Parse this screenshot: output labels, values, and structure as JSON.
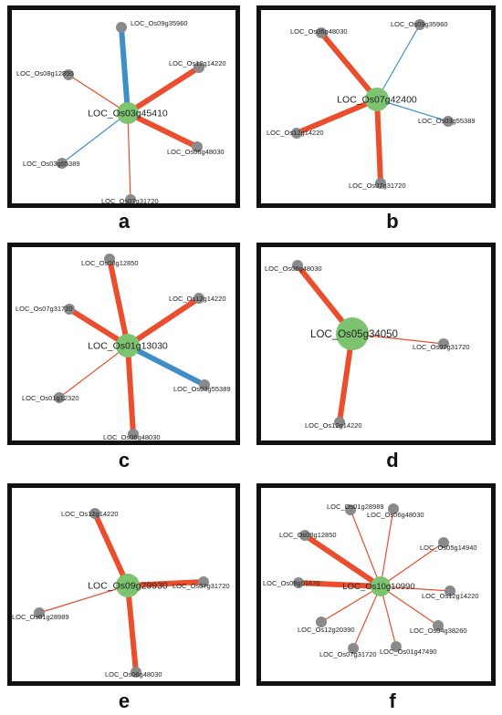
{
  "colors": {
    "positive": "#ea4e2d",
    "negative": "#3e8fc8",
    "hub": "#7cc46f",
    "node": "#8a8a8a",
    "frame": "#111111"
  },
  "panels": [
    {
      "letter": "a",
      "hub": "LOC_Os03g45410",
      "edges": [
        {
          "label": "LOC_Os09g35960",
          "sign": "negative",
          "strength": "strong"
        },
        {
          "label": "LOC_Os12g14220",
          "sign": "positive",
          "strength": "strong"
        },
        {
          "label": "LOC_Os08g12850",
          "sign": "positive",
          "strength": "weak"
        },
        {
          "label": "LOC_Os06g48030",
          "sign": "positive",
          "strength": "strong"
        },
        {
          "label": "LOC_Os03g55389",
          "sign": "negative",
          "strength": "weak"
        },
        {
          "label": "LOC_Os07g31720",
          "sign": "positive",
          "strength": "weak"
        }
      ]
    },
    {
      "letter": "b",
      "hub": "LOC_Os07g42400",
      "edges": [
        {
          "label": "LOC_Os06g48030",
          "sign": "positive",
          "strength": "strong"
        },
        {
          "label": "LOC_Os09g35960",
          "sign": "negative",
          "strength": "weak"
        },
        {
          "label": "LOC_Os12g14220",
          "sign": "positive",
          "strength": "strong"
        },
        {
          "label": "LOC_Os03g55389",
          "sign": "negative",
          "strength": "weak"
        },
        {
          "label": "LOC_Os07g31720",
          "sign": "positive",
          "strength": "strong"
        }
      ]
    },
    {
      "letter": "c",
      "hub": "LOC_Os01g13030",
      "edges": [
        {
          "label": "LOC_Os08g12850",
          "sign": "positive",
          "strength": "strong"
        },
        {
          "label": "LOC_Os07g31720",
          "sign": "positive",
          "strength": "strong"
        },
        {
          "label": "LOC_Os12g14220",
          "sign": "positive",
          "strength": "strong"
        },
        {
          "label": "LOC_Os03g55389",
          "sign": "negative",
          "strength": "strong"
        },
        {
          "label": "LOC_Os01g12320",
          "sign": "positive",
          "strength": "weak"
        },
        {
          "label": "LOC_Os06g48030",
          "sign": "positive",
          "strength": "strong"
        }
      ]
    },
    {
      "letter": "d",
      "hub": "LOC_Os05g34050",
      "edges": [
        {
          "label": "LOC_Os06g48030",
          "sign": "positive",
          "strength": "strong"
        },
        {
          "label": "LOC_Os07g31720",
          "sign": "positive",
          "strength": "weak"
        },
        {
          "label": "LOC_Os12g14220",
          "sign": "positive",
          "strength": "strong"
        }
      ]
    },
    {
      "letter": "e",
      "hub": "LOC_Os09g29930",
      "edges": [
        {
          "label": "LOC_Os12g14220",
          "sign": "positive",
          "strength": "strong"
        },
        {
          "label": "LOC_Os07g31720",
          "sign": "positive",
          "strength": "strong"
        },
        {
          "label": "LOC_Os01g28989",
          "sign": "positive",
          "strength": "weak"
        },
        {
          "label": "LOC_Os06g48030",
          "sign": "positive",
          "strength": "strong"
        }
      ]
    },
    {
      "letter": "f",
      "hub": "LOC_Os10g10990",
      "edges": [
        {
          "label": "LOC_Os01g28989",
          "sign": "positive",
          "strength": "weak"
        },
        {
          "label": "LOC_Os06g48030",
          "sign": "positive",
          "strength": "weak"
        },
        {
          "label": "LOC_Os08g12850",
          "sign": "positive",
          "strength": "strong"
        },
        {
          "label": "LOC_Os05g14940",
          "sign": "positive",
          "strength": "weak"
        },
        {
          "label": "LOC_Os08g01670",
          "sign": "positive",
          "strength": "strong"
        },
        {
          "label": "LOC_Os12g14220",
          "sign": "positive",
          "strength": "weak"
        },
        {
          "label": "LOC_Os12g20390",
          "sign": "positive",
          "strength": "weak"
        },
        {
          "label": "LOC_Os04g38260",
          "sign": "positive",
          "strength": "weak"
        },
        {
          "label": "LOC_Os07g31720",
          "sign": "positive",
          "strength": "weak"
        },
        {
          "label": "LOC_Os01g47490",
          "sign": "positive",
          "strength": "weak"
        }
      ]
    }
  ]
}
